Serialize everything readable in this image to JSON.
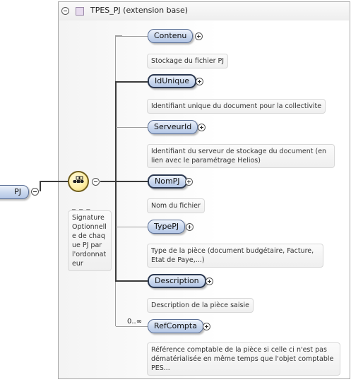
{
  "root": {
    "label": "PJ"
  },
  "extension": {
    "title": "TPES_PJ (extension base)"
  },
  "sequence": {
    "dash": "_ _ _",
    "annotation": "Signature Optionnelle de chaque PJ par l'ordonnateur"
  },
  "elements": [
    {
      "label": "Contenu",
      "annotation": "Stockage du fichier PJ",
      "required": false
    },
    {
      "label": "IdUnique",
      "annotation": "Identifiant unique du document pour la collectivite",
      "required": true
    },
    {
      "label": "ServeurId",
      "annotation": "Identifiant du serveur de stockage du document (en lien avec le paramétrage Helios)",
      "required": false
    },
    {
      "label": "NomPJ",
      "annotation": "Nom du fichier",
      "required": true
    },
    {
      "label": "TypePJ",
      "annotation": "Type de la pièce (document budgétaire, Facture, Etat de Paye,...)",
      "required": false
    },
    {
      "label": "Description",
      "annotation": "Description de la pièce saisie",
      "required": true
    },
    {
      "label": "RefCompta",
      "annotation": "Référence comptable de la pièce si celle ci n'est pas dématérialisée en même temps que l'objet comptable PES...",
      "required": false,
      "cardinality": "0..∞"
    }
  ]
}
